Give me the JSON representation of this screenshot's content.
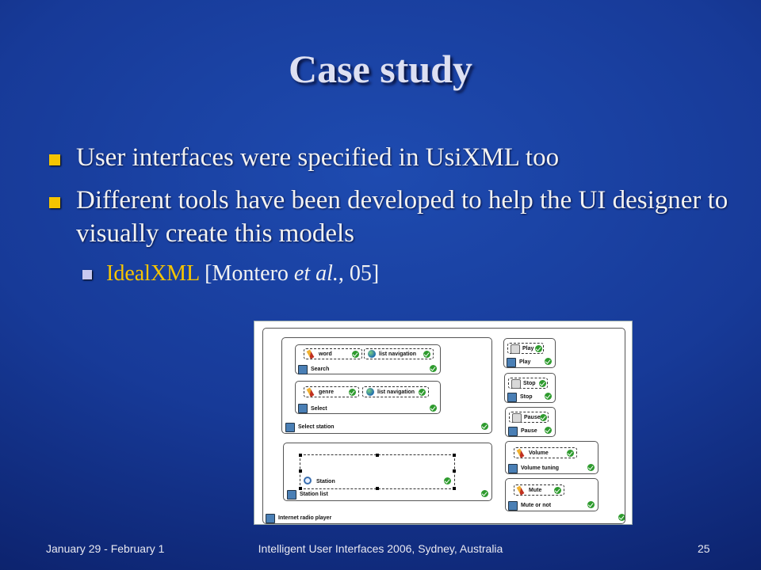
{
  "slide": {
    "title": "Case study",
    "bullets": [
      {
        "text": "User interfaces were specified in UsiXML too"
      },
      {
        "text": "Different tools have been developed to help the UI designer to visually create this models"
      }
    ],
    "subbullet": {
      "highlight": "IdealXML",
      "rest_a": " [Montero ",
      "italic": "et al.",
      "rest_b": ", 05]"
    }
  },
  "screenshot": {
    "left_group": {
      "search_box": {
        "chip1": "word",
        "chip2": "list navigation",
        "label": "Search"
      },
      "select_box": {
        "chip1": "genre",
        "chip2": "list navigation",
        "label": "Select"
      },
      "label": "Select station"
    },
    "station_group": {
      "inner_label": "Station",
      "label": "Station list"
    },
    "right_boxes": [
      {
        "chip": "Play",
        "label": "Play"
      },
      {
        "chip": "Stop",
        "label": "Stop"
      },
      {
        "chip": "Pause",
        "label": "Pause"
      },
      {
        "chip": "Volume",
        "label": "Volume tuning"
      },
      {
        "chip": "Mute",
        "label": "Mute or not"
      }
    ],
    "root_label": "Internet radio player"
  },
  "footer": {
    "date": "January 29 - February 1",
    "conference": "Intelligent User Interfaces 2006, Sydney, Australia",
    "page": "25"
  },
  "colors": {
    "bullet": "#f5c400",
    "subbullet": "#c8c8f0",
    "highlight": "#f5c400",
    "background": "#173a98"
  }
}
